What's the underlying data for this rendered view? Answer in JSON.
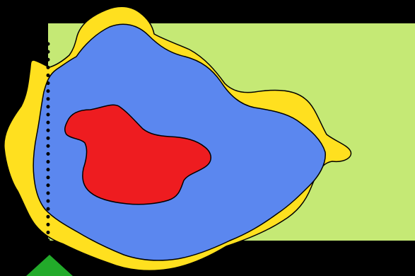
{
  "colors": {
    "background": "#000000",
    "panel": "#c5e975",
    "outer_blob": "#ffe01f",
    "middle_blob": "#5b87ef",
    "inner_blob": "#ee1c20",
    "marker": "#22aa2a",
    "outline": "#000000",
    "dotted_line": "#000000"
  },
  "shapes": [
    "background",
    "green-panel",
    "yellow-blob",
    "blue-blob",
    "red-blob",
    "dotted-line",
    "green-triangle"
  ]
}
